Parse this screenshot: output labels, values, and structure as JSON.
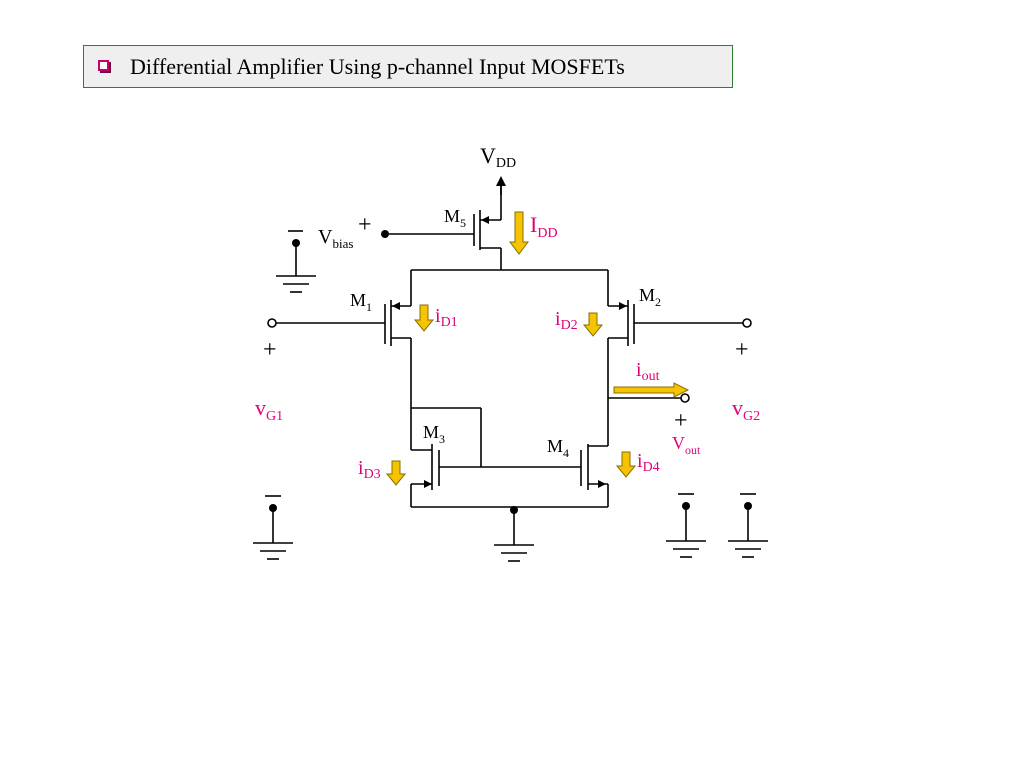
{
  "title": "Differential Amplifier Using p-channel Input MOSFETs",
  "colors": {
    "accent": "#c8006f",
    "title_border": "#2f7d2f",
    "title_bg": "#efefef",
    "arrow_fill": "#f5c300",
    "current_label": "#e0007a"
  },
  "labels": {
    "vdd": {
      "main": "V",
      "sub": "DD"
    },
    "m5": {
      "main": "M",
      "sub": "5"
    },
    "idd": {
      "main": "I",
      "sub": "DD"
    },
    "vbias": {
      "main": "V",
      "sub": "bias"
    },
    "m1": {
      "main": "M",
      "sub": "1"
    },
    "m2": {
      "main": "M",
      "sub": "2"
    },
    "m3": {
      "main": "M",
      "sub": "3"
    },
    "m4": {
      "main": "M",
      "sub": "4"
    },
    "id1": {
      "main": "i",
      "sub": "D1"
    },
    "id2": {
      "main": "i",
      "sub": "D2"
    },
    "id3": {
      "main": "i",
      "sub": "D3"
    },
    "id4": {
      "main": "i",
      "sub": "D4"
    },
    "iout": {
      "main": "i",
      "sub": "out"
    },
    "vout": {
      "main": "V",
      "sub": "out"
    },
    "vg1": {
      "main": "v",
      "sub": "G1"
    },
    "vg2": {
      "main": "v",
      "sub": "G2"
    },
    "plus": "+",
    "minus": "−"
  }
}
